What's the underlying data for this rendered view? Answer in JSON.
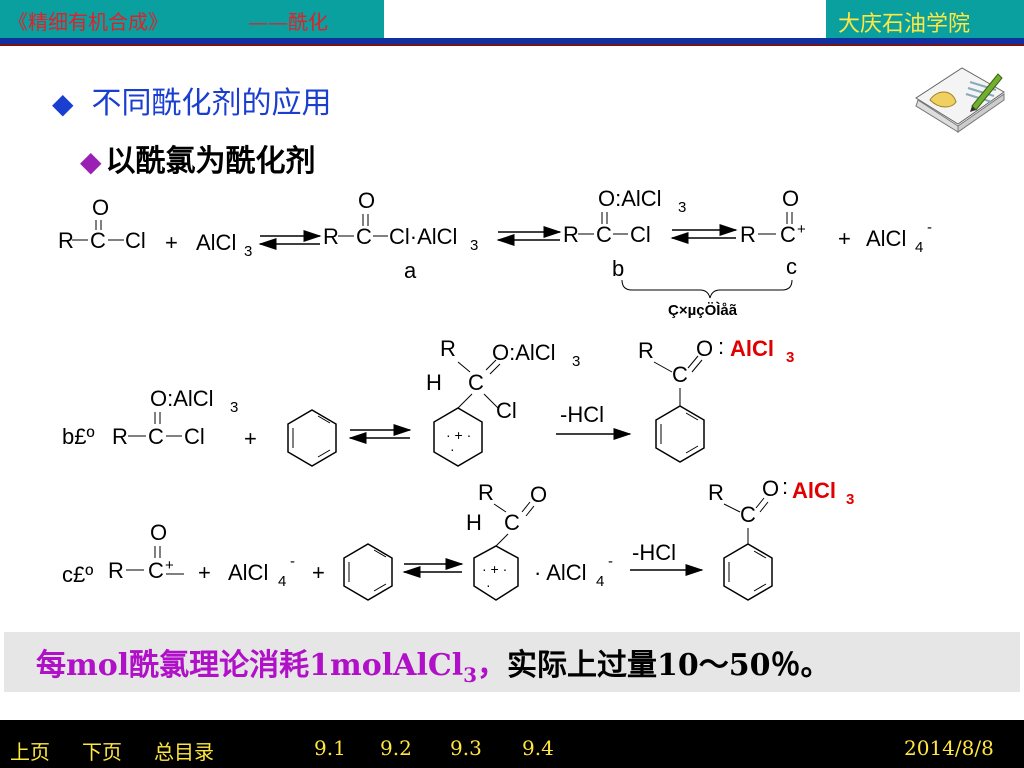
{
  "header": {
    "course": "《精细有机合成》",
    "chapter": "——酰化",
    "school": "大庆石油学院"
  },
  "heading": "不同酰化剂的应用",
  "subheading": "以酰氯为酰化剂",
  "scheme1": {
    "reactant_R": "R",
    "reactant_C": "C",
    "reactant_Cl": "Cl",
    "O": "O",
    "plus": "+",
    "alcl3": "AlCl",
    "sub3": "3",
    "a_label": "a",
    "b_label": "b",
    "c_label": "c",
    "o_alcl3": "O:AlCl",
    "cl_alcl3": "Cl·AlCl",
    "alcl4": "AlCl",
    "sub4": "4",
    "minus": "-",
    "cplus": "+",
    "brace_label": "Ç×µçÖÌåã"
  },
  "scheme2": {
    "label": "b£º",
    "minus_hcl": "-HCl",
    "product_alcl3": "AlCl"
  },
  "scheme3": {
    "label": "c£º",
    "minus_hcl": "-HCl",
    "dot_alcl4": "· AlCl"
  },
  "summary": {
    "part1": "每mol酰氯理论消耗1molAlCl",
    "sub": "3",
    "part2": "，",
    "part3": "实际上过量10～50％。"
  },
  "footer": {
    "prev": "上页",
    "next": "下页",
    "toc": "总目录",
    "s1": "9.1",
    "s2": "9.2",
    "s3": "9.3",
    "s4": "9.4",
    "date": "2014/8/8"
  },
  "colors": {
    "teal": "#0aa0a0",
    "red": "#e0202a",
    "yellow": "#ffe640",
    "blue_heading": "#1a3fd0",
    "purple": "#b010c8",
    "alcl3_red": "#e00000"
  }
}
